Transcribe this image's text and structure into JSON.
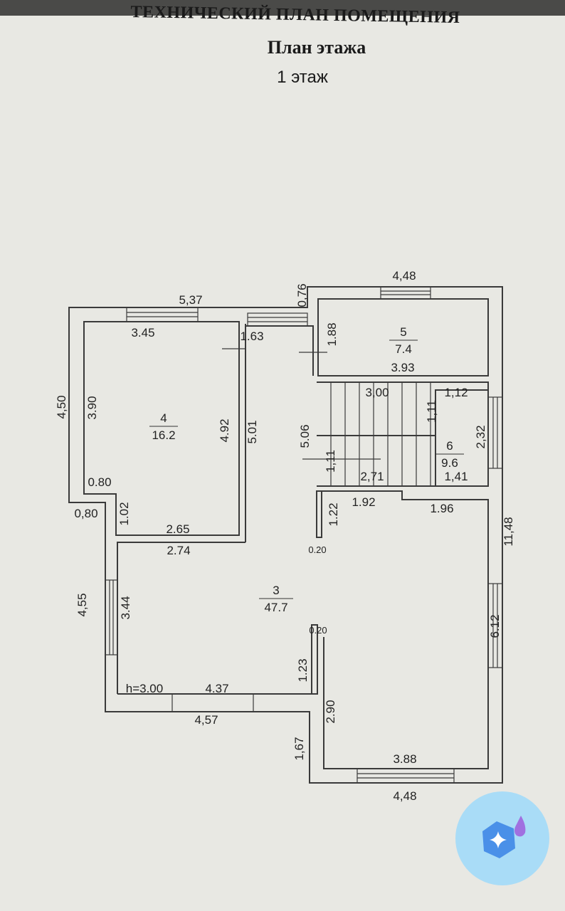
{
  "header": {
    "title": "ТЕХНИЧЕСКИЙ ПЛАН ПОМЕЩЕНИЯ",
    "subtitle": "План этажа",
    "floor": "1 этаж"
  },
  "rooms": [
    {
      "number": "4",
      "area": "16.2"
    },
    {
      "number": "5",
      "area": "7.4"
    },
    {
      "number": "6",
      "area": "9.6"
    },
    {
      "number": "3",
      "area": "47.7"
    }
  ],
  "dimensions": {
    "top_left_outer": "5,37",
    "top_left_inner": "3.45",
    "corridor_top": "1.63",
    "notch": "0,76",
    "room5_top": "4,48",
    "room5_height": "1.88",
    "room5_bottom": "3.93",
    "left_outer": "4,50",
    "room4_left": "3.90",
    "room4_right": "4.92",
    "corridor_len": "5.01",
    "stair_len": "5.06",
    "step_outer": "0,80",
    "step_inner": "0.80",
    "room4_step": "1.02",
    "room4_bottom": "2.65",
    "stair_top": "3,00",
    "stair_w1": "1,11",
    "stair_w2": "1,11",
    "stair_bottom": "2,71",
    "room6_top": "1,12",
    "room6_window": "2,32",
    "room6_bottom": "1,41",
    "room3_top1": "1.92",
    "room3_top2": "1.96",
    "wall_stub": "1.22",
    "wall_thick1": "0.20",
    "right_outer": "11,48",
    "room3_top_left": "2.74",
    "left_outer2": "4,55",
    "room3_left": "3.44",
    "wall_thick2": "0.20",
    "stub2": "1.23",
    "height": "h=3.00",
    "room3_bottom_inner": "4.37",
    "bottom_outer_left": "4,57",
    "room3_right": "6.12",
    "room3_ext": "2.90",
    "ext_outer": "1,67",
    "bottom_inner": "3.88",
    "bottom_outer": "4,48"
  },
  "colors": {
    "paper": "#e8e8e3",
    "line": "#333333",
    "fab": "#a9dcf7"
  }
}
